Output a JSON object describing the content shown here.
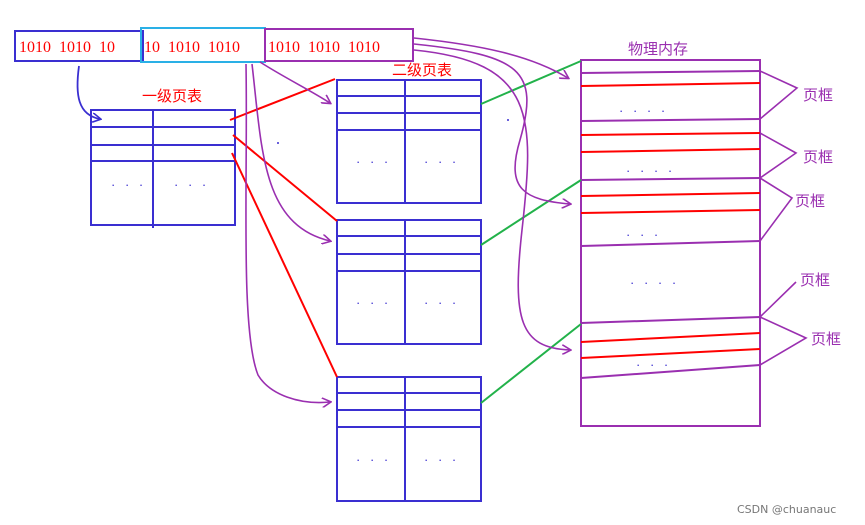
{
  "colors": {
    "blue": "#3a2fd1",
    "red": "#ff0000",
    "purple": "#9a2fb0",
    "cyan": "#2ab0e6",
    "green": "#22b24a",
    "gray": "#777777"
  },
  "address": {
    "segment_1": "1010  1010  10",
    "segment_2": "10  1010  1010",
    "segment_3": "1010  1010  1010"
  },
  "labels": {
    "level1_table": "一级页表",
    "level2_table": "二级页表",
    "physical_memory": "物理内存",
    "page_frame_1": "页框",
    "page_frame_2": "页框",
    "page_frame_3": "页框",
    "page_frame_4": "页框",
    "page_frame_5": "页框",
    "ellipsis": "· · ·",
    "memory_ellipsis": "· · · ·"
  },
  "watermark": "CSDN @chuanauc"
}
